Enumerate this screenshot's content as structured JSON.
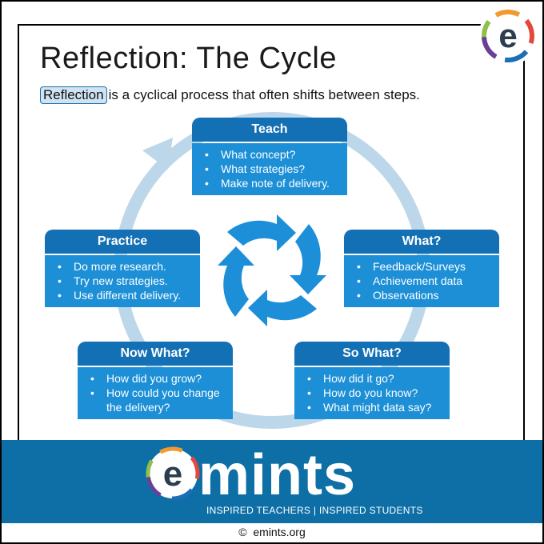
{
  "title": "Reflection: The Cycle",
  "subtitle": {
    "highlight": "Reflection",
    "rest": "is a cyclical process that often shifts between steps."
  },
  "steps": {
    "teach": {
      "title": "Teach",
      "items": [
        "What concept?",
        "What strategies?",
        "Make note of delivery."
      ]
    },
    "what": {
      "title": "What?",
      "items": [
        "Feedback/Surveys",
        "Achievement data",
        "Observations"
      ]
    },
    "so_what": {
      "title": "So What?",
      "items": [
        "How did it go?",
        "How do you know?",
        "What might data say?"
      ]
    },
    "now_what": {
      "title": "Now What?",
      "items": [
        "How did you grow?",
        "How could you change the delivery?"
      ]
    },
    "practice": {
      "title": "Practice",
      "items": [
        "Do more research.",
        "Try new strategies.",
        "Use different delivery."
      ]
    }
  },
  "brand": {
    "name": "mints",
    "tagline": "INSPIRED TEACHERS | INSPIRED STUDENTS",
    "copyright_symbol": "©",
    "website": "emints.org"
  },
  "icons": {
    "center": "cycle-arrows-icon",
    "corner_logo": "emints-e-logo",
    "ring": "cycle-ring-arrow"
  },
  "colors": {
    "card_header": "#1470b4",
    "card_body": "#1c8fd6",
    "ring": "#bdd7ea",
    "center_arrows": "#1d8fd8",
    "footer": "#0d6fa6"
  }
}
